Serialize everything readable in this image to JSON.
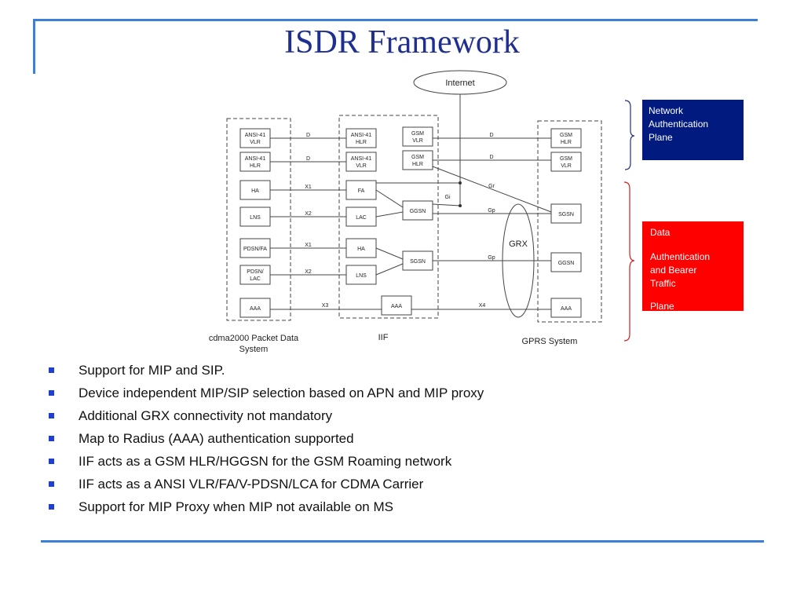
{
  "slide": {
    "title": "ISDR Framework"
  },
  "diagram": {
    "internet": "Internet",
    "cdma": {
      "label_line1": "cdma2000 Packet Data",
      "label_line2": "System",
      "nodes": [
        {
          "id": "cdma-ansi41-vlr",
          "l1": "ANSI-41",
          "l2": "VLR"
        },
        {
          "id": "cdma-ansi41-hlr",
          "l1": "ANSI-41",
          "l2": "HLR"
        },
        {
          "id": "cdma-ha",
          "l1": "HA",
          "l2": ""
        },
        {
          "id": "cdma-lns",
          "l1": "LNS",
          "l2": ""
        },
        {
          "id": "cdma-pdsn-fa",
          "l1": "PDSN/FA",
          "l2": ""
        },
        {
          "id": "cdma-pdsn-lac",
          "l1": "PDSN/",
          "l2": "LAC"
        },
        {
          "id": "cdma-aaa",
          "l1": "AAA",
          "l2": ""
        }
      ]
    },
    "iif": {
      "label": "IIF",
      "nodes": [
        {
          "id": "iif-ansi41-hlr",
          "l1": "ANSI-41",
          "l2": "HLR"
        },
        {
          "id": "iif-ansi41-vlr",
          "l1": "ANSI-41",
          "l2": "VLR"
        },
        {
          "id": "iif-fa",
          "l1": "FA",
          "l2": ""
        },
        {
          "id": "iif-lac",
          "l1": "LAC",
          "l2": ""
        },
        {
          "id": "iif-ha",
          "l1": "HA",
          "l2": ""
        },
        {
          "id": "iif-lns",
          "l1": "LNS",
          "l2": ""
        },
        {
          "id": "iif-gsm-vlr",
          "l1": "GSM",
          "l2": "VLR"
        },
        {
          "id": "iif-gsm-hlr",
          "l1": "GSM",
          "l2": "HLR"
        },
        {
          "id": "iif-ggsn",
          "l1": "GGSN",
          "l2": ""
        },
        {
          "id": "iif-sgsn",
          "l1": "SGSN",
          "l2": ""
        },
        {
          "id": "iif-aaa",
          "l1": "AAA",
          "l2": ""
        }
      ]
    },
    "gprs": {
      "label": "GPRS System",
      "nodes": [
        {
          "id": "gprs-gsm-hlr",
          "l1": "GSM",
          "l2": "HLR"
        },
        {
          "id": "gprs-gsm-vlr",
          "l1": "GSM",
          "l2": "VLR"
        },
        {
          "id": "gprs-sgsn",
          "l1": "SGSN",
          "l2": ""
        },
        {
          "id": "gprs-ggsn",
          "l1": "GGSN",
          "l2": ""
        },
        {
          "id": "gprs-aaa",
          "l1": "AAA",
          "l2": ""
        }
      ]
    },
    "grx": "GRX",
    "links": [
      {
        "id": "link-d1",
        "label": "D"
      },
      {
        "id": "link-d2",
        "label": "D"
      },
      {
        "id": "link-x1a",
        "label": "X1"
      },
      {
        "id": "link-x2a",
        "label": "X2"
      },
      {
        "id": "link-x1b",
        "label": "X1"
      },
      {
        "id": "link-x2b",
        "label": "X2"
      },
      {
        "id": "link-x3",
        "label": "X3"
      },
      {
        "id": "link-d3",
        "label": "D"
      },
      {
        "id": "link-d4",
        "label": "D"
      },
      {
        "id": "link-gr",
        "label": "Gr"
      },
      {
        "id": "link-gi",
        "label": "Gi"
      },
      {
        "id": "link-gp1",
        "label": "Gp"
      },
      {
        "id": "link-gp2",
        "label": "Gp"
      },
      {
        "id": "link-x4",
        "label": "X4"
      }
    ]
  },
  "callouts": {
    "network_plane": [
      "Network",
      "Authentication",
      "Plane"
    ],
    "data_plane": {
      "line1": "Data",
      "line2": [
        "Authentication",
        "and Bearer",
        "Traffic"
      ],
      "line3": "Plane"
    }
  },
  "bullets": [
    "Support for MIP and SIP.",
    "Device independent MIP/SIP selection based on APN and MIP proxy",
    "Additional GRX connectivity not mandatory",
    "Map to Radius (AAA) authentication supported",
    "IIF acts as a GSM HLR/HGGSN for the GSM Roaming network",
    "IIF acts as a ANSI VLR/FA/V-PDSN/LCA for CDMA Carrier",
    "Support for MIP Proxy when MIP not available on MS"
  ],
  "colors": {
    "accent_line": "#3c7fd6",
    "title": "#1f2f8f",
    "network_box": "#001a80",
    "data_box": "#ff0000",
    "bullet": "#1f3fd0"
  }
}
